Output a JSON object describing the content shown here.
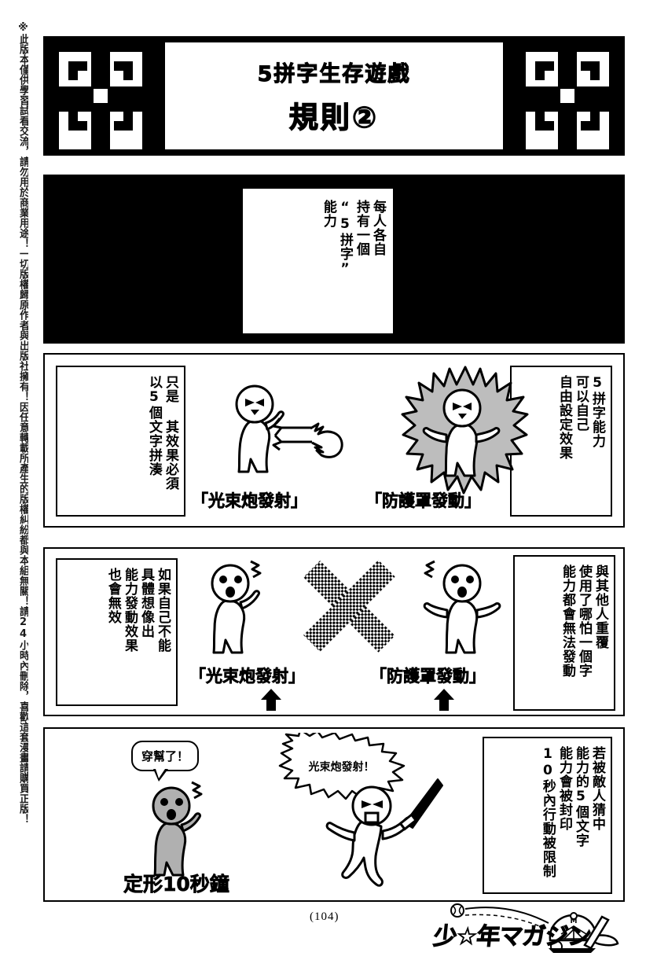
{
  "disclaimer": {
    "text": "※此版本僅供學習試看交流，請勿用於商業用途！一切版權歸原作者與出版社擁有！因任意轉載所產生的版權糾紛都與本組無關！請24小時內刪除，喜歡這套漫畫請購買正版！"
  },
  "header": {
    "title_main": "5拼字生存遊戲",
    "title_sub": "規則②",
    "maze_left_icon": "maze-square-pattern",
    "maze_right_icon": "maze-square-pattern",
    "background_color": "#000000"
  },
  "panels": [
    {
      "id": "panel-1",
      "background": "black",
      "caption_box": {
        "lines": [
          "每人各自",
          "持有一個",
          "“5拼字”",
          "能力"
        ]
      }
    },
    {
      "id": "panel-2",
      "left_box": {
        "lines": [
          "只是 其效果必須",
          "以5個文字拼湊"
        ]
      },
      "right_box": {
        "lines": [
          "5拼字能力",
          "可以自己",
          "自由設定效果"
        ]
      },
      "captions": [
        "「光束炮發射」",
        "「防護罩發動」"
      ],
      "figures": [
        {
          "name": "figure-beam-attacker",
          "state": "firing-beam",
          "fill": "#ffffff"
        },
        {
          "name": "figure-shield-user",
          "state": "aura-shield",
          "fill": "#ffffff",
          "aura_color": "#bdbdbd"
        }
      ]
    },
    {
      "id": "panel-3",
      "left_box": {
        "lines": [
          "如果自己不能",
          "具體想像出",
          "能力發動效果",
          "也會無效"
        ]
      },
      "right_box": {
        "lines": [
          "與其他人重覆",
          "使用了哪怕一個字",
          "能力都會無法發動"
        ]
      },
      "captions": [
        "「光束炮發射」",
        "「防護罩發動」"
      ],
      "center_icon": "halftone-x-cross",
      "arrows": [
        "up-arrow",
        "up-arrow"
      ],
      "figures": [
        {
          "name": "figure-surprised-left",
          "state": "surprised",
          "fill": "#ffffff"
        },
        {
          "name": "figure-surprised-right",
          "state": "surprised",
          "fill": "#ffffff"
        }
      ]
    },
    {
      "id": "panel-4",
      "right_box": {
        "lines": [
          "若被敵人猜中",
          "能力的5個文字",
          "能力會被封印",
          "10秒內行動被限制"
        ]
      },
      "bubbles": [
        {
          "name": "speech-bubble-busted",
          "text": "穿幫了！",
          "style": "rounded"
        },
        {
          "name": "speech-bubble-beam-shout",
          "text": "光束炮發射！",
          "style": "spiky"
        }
      ],
      "caption": "定形10秒鐘",
      "figures": [
        {
          "name": "figure-petrified",
          "state": "frozen-gray",
          "fill": "#b0b0b0"
        },
        {
          "name": "figure-swordsman",
          "state": "attacking-with-sword",
          "fill": "#ffffff"
        }
      ]
    }
  ],
  "footer": {
    "page_number": "(104)",
    "magazine_logo_text": "少☆年マガジン",
    "logo_icon": "baseball-cap-ball-bat-icon"
  }
}
